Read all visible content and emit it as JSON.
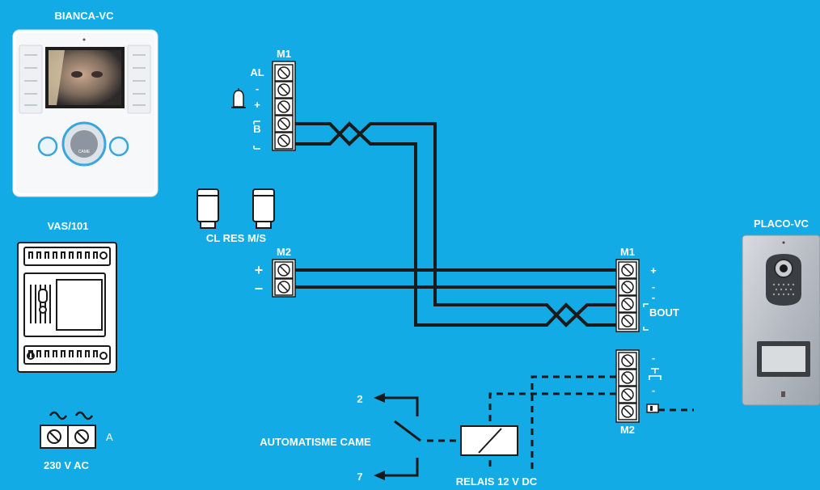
{
  "devices": {
    "monitor": {
      "name": "BIANCA-VC",
      "brand": "CAME"
    },
    "power_supply": {
      "name": "VAS/101"
    },
    "mains": {
      "voltage": "230 V AC",
      "terminal": "A"
    },
    "door_station": {
      "name": "PLACO-VC"
    },
    "relay": {
      "name": "RELAIS 12 V DC"
    },
    "automation": {
      "name": "AUTOMATISME CAME",
      "contact_top": "2",
      "contact_bottom": "7"
    },
    "jumpers": {
      "label": "CL RES M/S"
    }
  },
  "monitor_block": {
    "name": "M1",
    "labels": {
      "al": "AL",
      "minus": "-",
      "plus": "+",
      "b": "B"
    }
  },
  "psu_block": {
    "name": "M2",
    "labels": {
      "plus": "+",
      "minus": "–"
    }
  },
  "door_block_top": {
    "name": "M1",
    "labels": {
      "plus": "+",
      "minus": "-",
      "minus2": "-",
      "bout": "BOUT"
    }
  },
  "door_block_bottom": {
    "name": "M2",
    "labels": {
      "minus": "-",
      "minus2": "-"
    }
  },
  "icons": {
    "bell": "bell-icon",
    "button": "push-button-icon",
    "lock": "lock-output-icon",
    "ac": "ac-sine-icon"
  },
  "colors": {
    "background": "#12abe6",
    "wire": "#1a1a1a"
  }
}
